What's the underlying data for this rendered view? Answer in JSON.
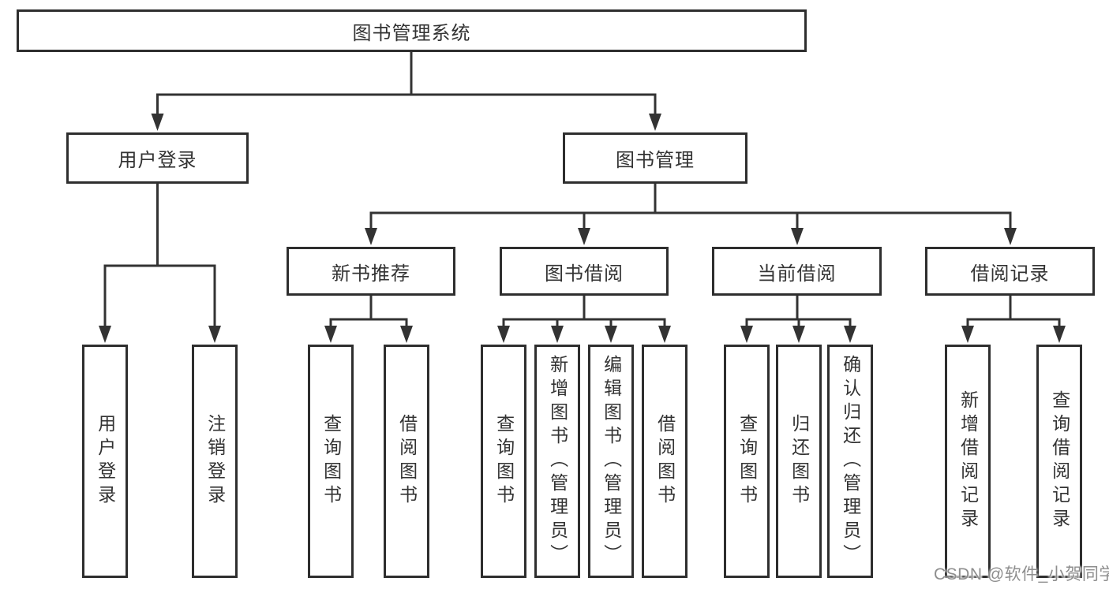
{
  "diagram": {
    "root": {
      "label": "图书管理系统",
      "children": [
        {
          "label": "用户登录",
          "children": [
            {
              "label": "用户登录"
            },
            {
              "label": "注销登录"
            }
          ]
        },
        {
          "label": "图书管理",
          "children": [
            {
              "label": "新书推荐",
              "children": [
                {
                  "label": "查询图书"
                },
                {
                  "label": "借阅图书"
                }
              ]
            },
            {
              "label": "图书借阅",
              "children": [
                {
                  "label": "查询图书"
                },
                {
                  "label": "新增图书（管理员）"
                },
                {
                  "label": "编辑图书（管理员）"
                },
                {
                  "label": "借阅图书"
                }
              ]
            },
            {
              "label": "当前借阅",
              "children": [
                {
                  "label": "查询图书"
                },
                {
                  "label": "归还图书"
                },
                {
                  "label": "确认归还（管理员）"
                }
              ]
            },
            {
              "label": "借阅记录",
              "children": [
                {
                  "label": "新增借阅记录"
                },
                {
                  "label": "查询借阅记录"
                }
              ]
            }
          ]
        }
      ]
    }
  },
  "watermark": {
    "text": "CSDN @软件_小贺同学"
  },
  "colors": {
    "line": "#333333",
    "box_border": "#2e2e2e",
    "text": "#333333",
    "watermark": "#8e8e8e",
    "background": "#ffffff"
  }
}
